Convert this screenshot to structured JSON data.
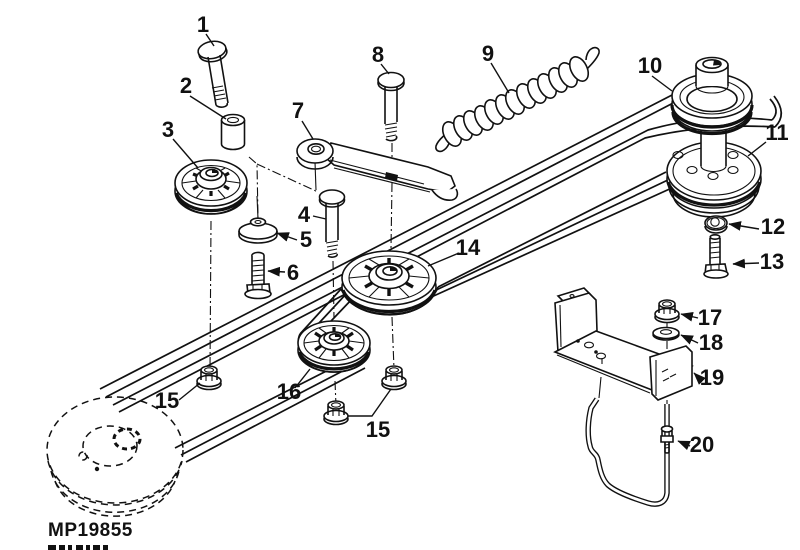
{
  "page": {
    "background": "#ffffff",
    "line_color": "#111111"
  },
  "diagram": {
    "type": "exploded-parts-diagram",
    "image_code": "MP19855",
    "callouts": {
      "c1": "1",
      "c2": "2",
      "c3": "3",
      "c4": "4",
      "c5": "5",
      "c6": "6",
      "c7": "7",
      "c8": "8",
      "c9": "9",
      "c10": "10",
      "c11": "11",
      "c12": "12",
      "c13": "13",
      "c14": "14",
      "c15a": "15",
      "c15b": "15",
      "c16": "16",
      "c17": "17",
      "c18": "18",
      "c19": "19",
      "c20": "20"
    }
  }
}
